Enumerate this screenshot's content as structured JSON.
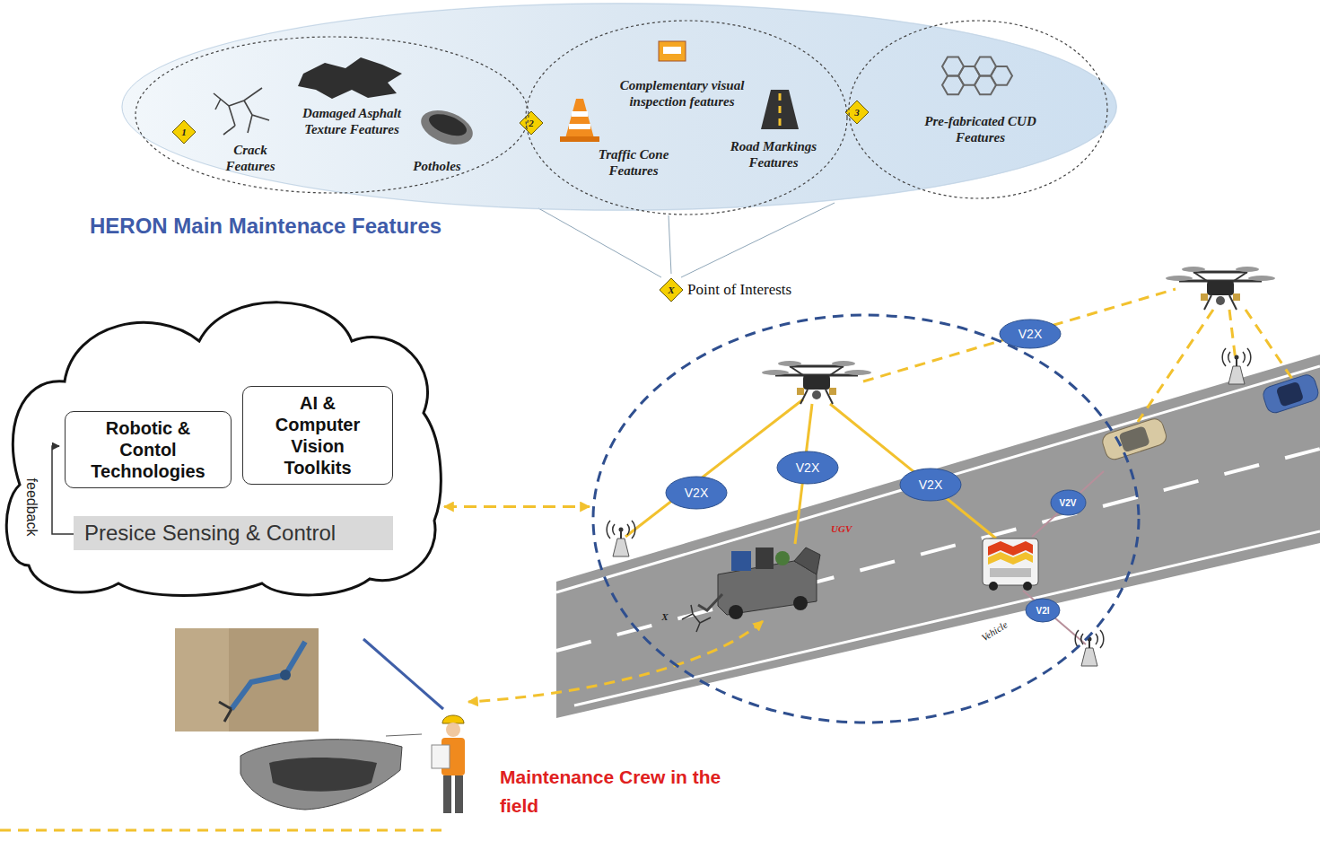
{
  "diagram": {
    "nodes": [
      {
        "text": [
          "HERON Main Maintenace Features"
        ]
      },
      {
        "text": [
          "Crack Features",
          "Damaged Asphalt Texture Features",
          "Potholes"
        ],
        "in": 0
      },
      {
        "text": [
          "Complementary visual inspection features",
          "Traffic Cone Features",
          "Road Markings Features"
        ],
        "in": 0
      },
      {
        "text": [
          "Pre-fabricated CUD Features"
        ],
        "in": 0
      },
      {
        "text": [
          "feedback"
        ]
      },
      {
        "text": [
          "Robotic & Contol Technologies"
        ],
        "in": 4
      },
      {
        "text": [
          "AI & Computer Vision Toolkits"
        ],
        "in": 4
      },
      {
        "text": [
          "Presice Sensing & Control"
        ],
        "in": 4
      },
      {
        "text": [
          "UGV",
          "Vehicle"
        ]
      },
      {
        "text": [
          "V2X"
        ]
      },
      {
        "text": [
          "V2X"
        ],
        "in": 8
      },
      {
        "text": [
          "V2X"
        ],
        "in": 8
      },
      {
        "text": [
          "V2X"
        ],
        "in": 8
      },
      {
        "text": [
          "V2V"
        ],
        "in": 8
      },
      {
        "text": [
          "V2I"
        ],
        "in": 8
      }
    ],
    "edges": [
      {
        "from": 4,
        "to": 8,
        "arrow": "both"
      }
    ],
    "labels": [
      "1",
      "2",
      "3",
      "X",
      "Point of Interests",
      "X",
      "Maintenance Crew in the field"
    ]
  }
}
